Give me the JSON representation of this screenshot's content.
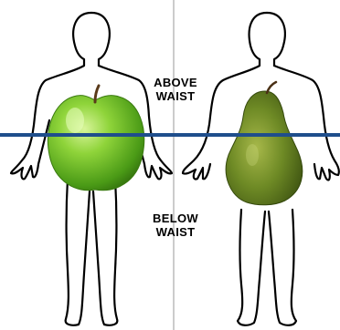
{
  "labels": {
    "above_line1": "ABOVE",
    "above_line2": "WAIST",
    "below_line1": "BELOW",
    "below_line2": "WAIST"
  },
  "figures": [
    {
      "body_type": "apple",
      "icon": "apple-icon"
    },
    {
      "body_type": "pear",
      "icon": "pear-icon"
    }
  ],
  "colors": {
    "waistline": "#1f4e8c",
    "outline": "#000000",
    "divider": "#9a9a9a",
    "apple": "#6dbb2a",
    "pear": "#6f8a2a"
  }
}
